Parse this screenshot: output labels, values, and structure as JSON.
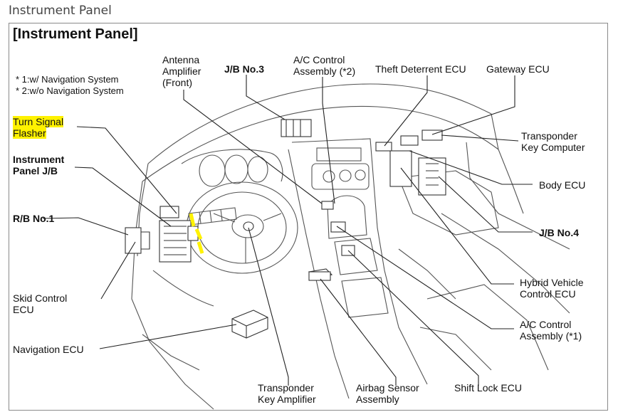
{
  "page": {
    "heading": "Instrument Panel"
  },
  "diagram": {
    "title": "[Instrument Panel]",
    "notes": [
      "* 1:w/ Navigation System",
      "* 2:w/o Navigation System"
    ],
    "labels": {
      "turn_signal_flasher": "Turn Signal\nFlasher",
      "instrument_panel_jb": "Instrument\nPanel J/B",
      "rb_no1": "R/B No.1",
      "skid_control_ecu": "Skid Control\nECU",
      "navigation_ecu": "Navigation ECU",
      "antenna_amplifier": "Antenna\nAmplifier\n(Front)",
      "jb_no3": "J/B No.3",
      "ac_control_assembly_2": "A/C Control\nAssembly (*2)",
      "theft_deterrent_ecu": "Theft Deterrent ECU",
      "gateway_ecu": "Gateway ECU",
      "transponder_key_computer": "Transponder\nKey Computer",
      "body_ecu": "Body ECU",
      "jb_no4": "J/B No.4",
      "hybrid_vehicle_control_ecu": "Hybrid Vehicle\nControl ECU",
      "ac_control_assembly_1": "A/C Control\nAssembly (*1)",
      "shift_lock_ecu": "Shift Lock ECU",
      "airbag_sensor_assembly": "Airbag Sensor\nAssembly",
      "transponder_key_amplifier": "Transponder\nKey Amplifier"
    },
    "highlight_color": "#fff200",
    "line_color": "#222222"
  }
}
